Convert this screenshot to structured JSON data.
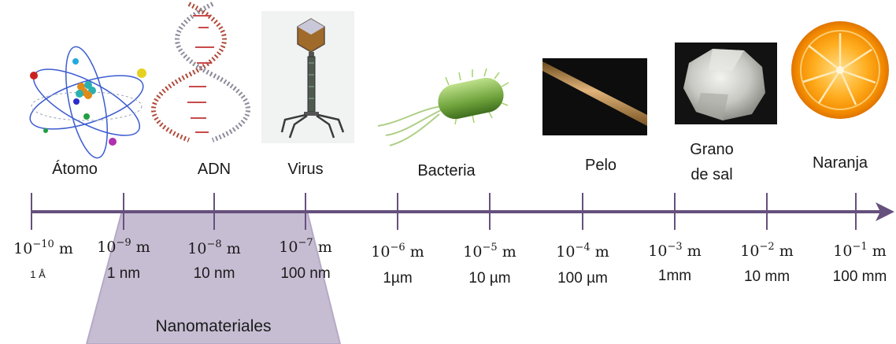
{
  "objects": [
    {
      "name": "Átomo",
      "icon": "atom-icon"
    },
    {
      "name": "ADN",
      "icon": "dna-icon"
    },
    {
      "name": "Virus",
      "icon": "virus-icon"
    },
    {
      "name": "Bacteria",
      "icon": "bacteria-icon"
    },
    {
      "name": "Pelo",
      "icon": "hair-icon"
    },
    {
      "name": "Grano de sal",
      "line1": "Grano",
      "line2": "de sal",
      "icon": "salt-grain-icon"
    },
    {
      "name": "Naranja",
      "icon": "orange-icon"
    }
  ],
  "scale": [
    {
      "base": "10",
      "exp": "−10",
      "unit": "m",
      "sub": "1 Å"
    },
    {
      "base": "10",
      "exp": "−9",
      "unit": "m",
      "sub": "1 nm"
    },
    {
      "base": "10",
      "exp": "−8",
      "unit": "m",
      "sub": "10 nm"
    },
    {
      "base": "10",
      "exp": "−7",
      "unit": "m",
      "sub": "100 nm"
    },
    {
      "base": "10",
      "exp": "−6",
      "unit": "m",
      "sub": "1µm"
    },
    {
      "base": "10",
      "exp": "−5",
      "unit": "m",
      "sub": "10 µm"
    },
    {
      "base": "10",
      "exp": "−4",
      "unit": "m",
      "sub": "100 µm"
    },
    {
      "base": "10",
      "exp": "−3",
      "unit": "m",
      "sub": "1mm"
    },
    {
      "base": "10",
      "exp": "−2",
      "unit": "m",
      "sub": "10 mm"
    },
    {
      "base": "10",
      "exp": "−1",
      "unit": "m",
      "sub": "100 mm"
    }
  ],
  "band": {
    "label": "Nanomateriales",
    "range_from": "10−9 m",
    "range_to": "10−7 m"
  },
  "colors": {
    "axis": "#66507d",
    "band_fill": "#bdb2cc",
    "band_stroke": "#a99cbd"
  }
}
